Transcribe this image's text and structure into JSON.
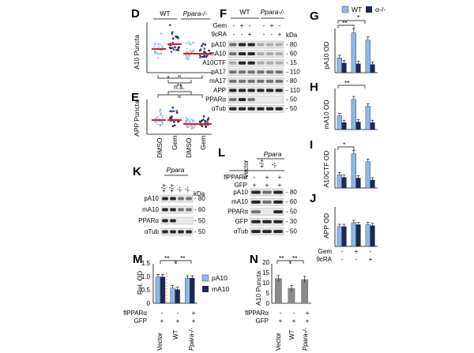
{
  "figure": {
    "panels": {
      "D": "D",
      "E": "E",
      "F": "F",
      "G": "G",
      "H": "H",
      "I": "I",
      "J": "J",
      "K": "K",
      "L": "L",
      "M": "M",
      "N": "N"
    },
    "wt": "WT",
    "ppara_ko": "Ppara-/-",
    "ppara": "Ppara",
    "kda": "kDa",
    "gem": "Gem",
    "nine_cra": "9cRA",
    "vector": "Vector",
    "flppara": "flPPARα",
    "gfp": "GFP",
    "plus": "+",
    "minus": "-",
    "plusplus": "+/+",
    "minusminus": "-/-",
    "dmso": "DMSO",
    "sig2": "**",
    "sig1": "*",
    "ns": "n.s.",
    "panel_d": {
      "ylabel": "A10 Puncta"
    },
    "panel_e": {
      "ylabel": "APP Puncta"
    },
    "panel_f": {
      "blots": [
        {
          "label": "pA10",
          "mw": "80"
        },
        {
          "label": "mA10",
          "mw": "60"
        },
        {
          "label": "A10CTF",
          "mw": "15"
        },
        {
          "label": "pA17",
          "mw": "110"
        },
        {
          "label": "mA17",
          "mw": "80"
        },
        {
          "label": "APP",
          "mw": "110"
        },
        {
          "label": "PPARα",
          "mw": "50"
        },
        {
          "label": "αTub",
          "mw": "50"
        }
      ]
    },
    "legend_g": {
      "wt": "WT",
      "ko": "α-/-"
    },
    "panel_g": {
      "ylabel": "pA10 OD"
    },
    "panel_h": {
      "ylabel": "mA10 OD"
    },
    "panel_i": {
      "ylabel": "A10CTF OD"
    },
    "panel_j": {
      "ylabel": "APP OD"
    },
    "panel_k": {
      "blots": [
        {
          "label": "pA10",
          "mw": "80"
        },
        {
          "label": "mA10",
          "mw": "60"
        },
        {
          "label": "PPARα",
          "mw": "50"
        },
        {
          "label": "αTub",
          "mw": "50"
        }
      ]
    },
    "panel_l": {
      "blots": [
        {
          "label": "pA10",
          "mw": "80"
        },
        {
          "label": "mA10",
          "mw": "60"
        },
        {
          "label": "PPARα",
          "mw": "50"
        },
        {
          "label": "GFP",
          "mw": "30"
        },
        {
          "label": "αTub",
          "mw": "50"
        }
      ]
    },
    "panel_m": {
      "ylabel": "Rel. OD",
      "yticks": [
        "0",
        "0.5",
        "1.0",
        "1.5"
      ],
      "legend": [
        "pA10",
        "mA10"
      ]
    },
    "panel_n": {
      "ylabel": "A10 Puncta",
      "yticks": [
        "0",
        "5",
        "10",
        "15",
        "20"
      ]
    }
  },
  "colors": {
    "light_blue": "#8fb8e2",
    "dark_navy": "#1c2a52",
    "grey_bar": "#8a8a8a",
    "red_mean": "#e01f26",
    "orange_dash": "#f0a030"
  },
  "chart_data": [
    {
      "panel": "G",
      "type": "bar",
      "ylabel": "pA10 OD",
      "categories": [
        "-",
        "Gem",
        "9cRA"
      ],
      "series": [
        {
          "name": "WT",
          "values": [
            1.0,
            2.7,
            2.2
          ]
        },
        {
          "name": "α-/-",
          "values": [
            0.65,
            0.6,
            0.55
          ]
        }
      ],
      "ylim": [
        0,
        3
      ]
    },
    {
      "panel": "H",
      "type": "bar",
      "ylabel": "mA10 OD",
      "categories": [
        "-",
        "Gem",
        "9cRA"
      ],
      "series": [
        {
          "name": "WT",
          "values": [
            1.0,
            2.2,
            1.7
          ]
        },
        {
          "name": "α-/-",
          "values": [
            0.5,
            0.55,
            0.5
          ]
        }
      ],
      "ylim": [
        0,
        3
      ]
    },
    {
      "panel": "I",
      "type": "bar",
      "ylabel": "A10CTF OD",
      "categories": [
        "-",
        "Gem",
        "9cRA"
      ],
      "series": [
        {
          "name": "WT",
          "values": [
            1.0,
            2.6,
            2.0
          ]
        },
        {
          "name": "α-/-",
          "values": [
            0.8,
            0.75,
            0.6
          ]
        }
      ],
      "ylim": [
        0,
        3
      ]
    },
    {
      "panel": "J",
      "type": "bar",
      "ylabel": "APP OD",
      "categories": [
        "-",
        "Gem",
        "9cRA"
      ],
      "series": [
        {
          "name": "WT",
          "values": [
            1.0,
            1.2,
            1.1
          ]
        },
        {
          "name": "α-/-",
          "values": [
            1.0,
            1.1,
            1.05
          ]
        }
      ],
      "ylim": [
        0,
        2
      ]
    },
    {
      "panel": "M",
      "type": "bar",
      "ylabel": "Rel. OD",
      "categories": [
        "Vector",
        "WT",
        "Ppara-/-"
      ],
      "series": [
        {
          "name": "pA10",
          "values": [
            1.0,
            0.58,
            0.95
          ]
        },
        {
          "name": "mA10",
          "values": [
            1.0,
            0.52,
            0.95
          ]
        }
      ],
      "ylim": [
        0,
        1.5
      ]
    },
    {
      "panel": "N",
      "type": "bar",
      "ylabel": "A10 Puncta",
      "categories": [
        "Vector",
        "WT",
        "Ppara-/-"
      ],
      "values": [
        12.5,
        7.5,
        12.0
      ],
      "ylim": [
        0,
        20
      ]
    }
  ]
}
